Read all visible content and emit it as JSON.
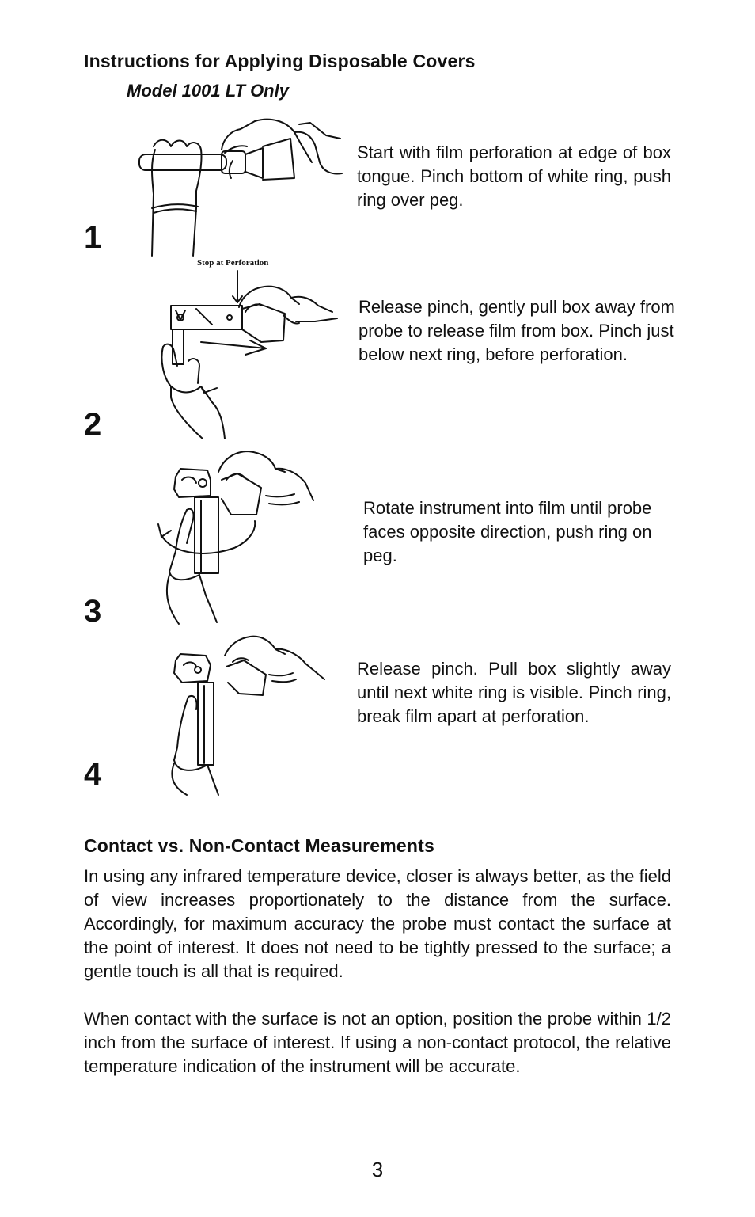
{
  "title": "Instructions for Applying Disposable Covers",
  "subtitle": "Model 1001 LT Only",
  "steps": [
    {
      "number": "1",
      "text": "Start with film perforation at edge of box tongue.  Pinch bottom of white ring, push ring over peg."
    },
    {
      "number": "2",
      "text": "Release pinch, gently pull box away from probe to release film from box. Pinch just below next ring, before perforation.",
      "annotation": "Stop at Perforation"
    },
    {
      "number": "3",
      "text": "Rotate instrument into film until probe faces opposite direction, push ring on peg."
    },
    {
      "number": "4",
      "text": "Release pinch.  Pull box slightly away until next white ring is visible.  Pinch ring, break film apart at perforation."
    }
  ],
  "section2": {
    "heading": "Contact vs. Non-Contact Measurements",
    "paragraphs": [
      "In using any infrared temperature device, closer is always better, as the field of view increases proportionately to the distance from the surface. Accordingly, for maximum accuracy  the probe must contact the surface at the point of interest.  It does not need to be tightly pressed to the surface; a gentle touch is all that is required.",
      "When contact with the surface is not an option, position the probe within 1/2 inch from the surface of interest.  If using a non-contact protocol, the relative temperature indication of the instrument will be accurate."
    ]
  },
  "page_number": "3",
  "icons": [
    "hand-pinch-ring-illustration",
    "hand-pull-box-illustration",
    "hand-rotate-instrument-illustration",
    "hand-break-film-illustration",
    "arrow-down-icon"
  ]
}
